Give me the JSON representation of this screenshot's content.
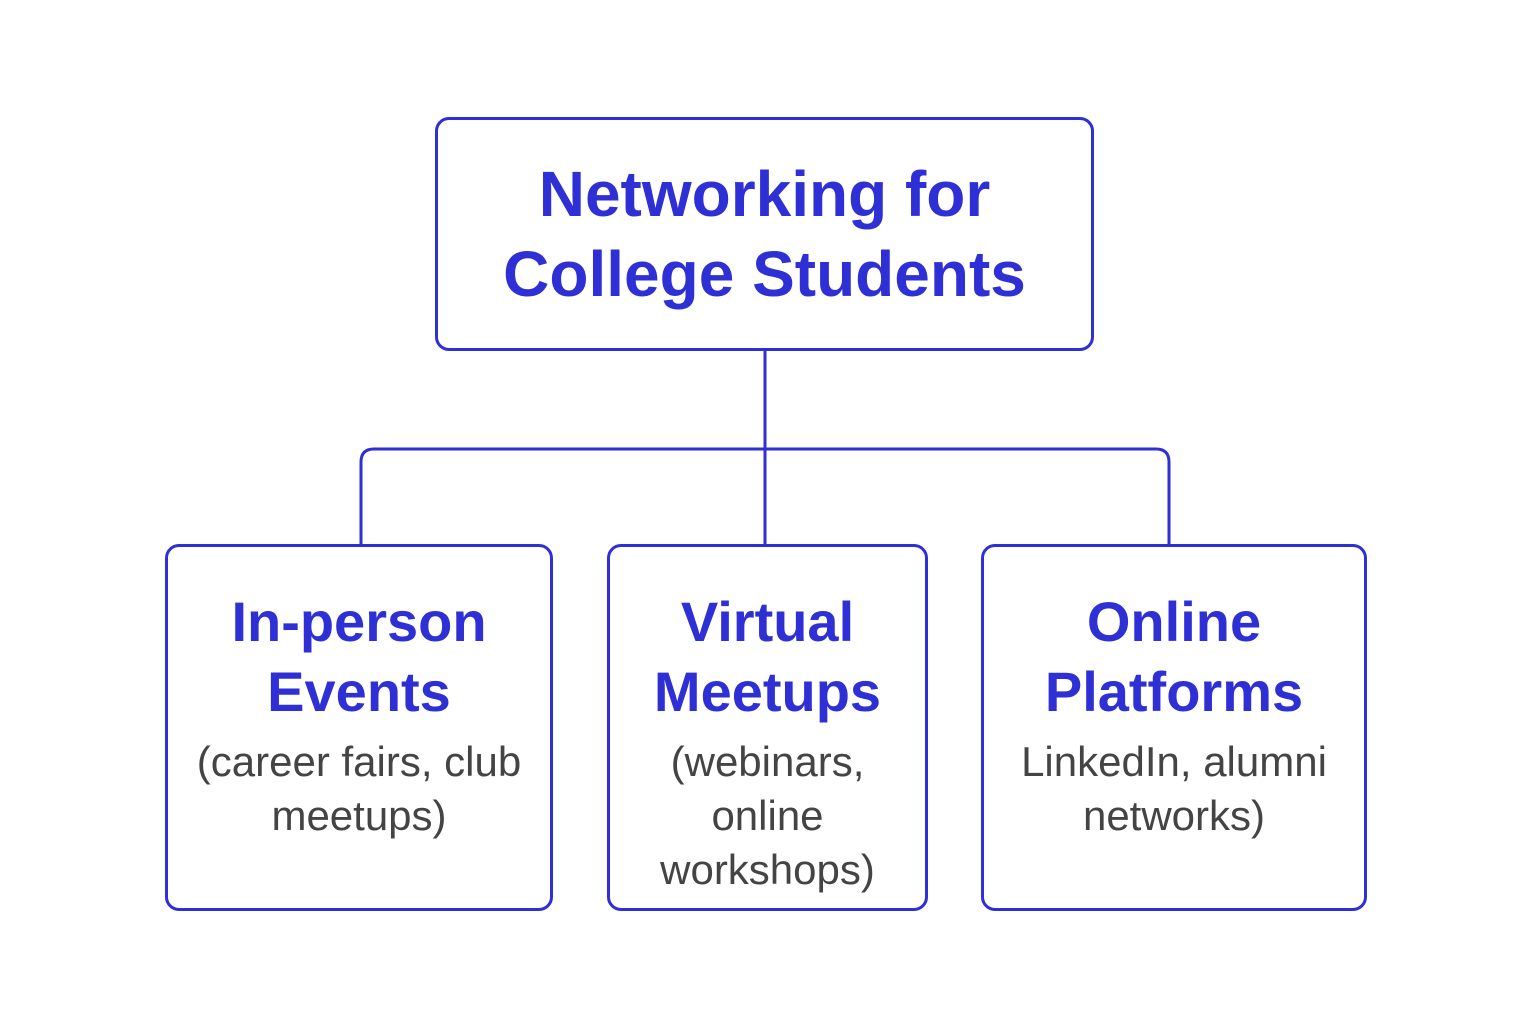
{
  "colors": {
    "accent": "#2f2fd6",
    "description_text": "#444444",
    "background": "#ffffff"
  },
  "root": {
    "title": "Networking for College Students"
  },
  "children": [
    {
      "title": "In-person Events",
      "description": "(career fairs, club meetups)"
    },
    {
      "title": "Virtual Meetups",
      "description": "(webinars, online workshops)"
    },
    {
      "title": "Online Platforms",
      "description": "LinkedIn, alumni networks)"
    }
  ]
}
